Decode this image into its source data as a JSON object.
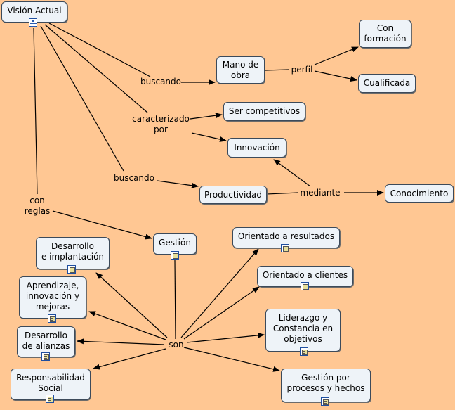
{
  "nodes": {
    "vision_actual": "Visión Actual",
    "mano_de_obra": "Mano de\nobra",
    "con_formacion": "Con\nformación",
    "cualificada": "Cualificada",
    "ser_competitivos": "Ser competitivos",
    "innovacion": "Innovación",
    "productividad": "Productividad",
    "conocimiento": "Conocimiento",
    "gestion": "Gestión",
    "orientado_resultados": "Orientado a resultados",
    "orientado_clientes": "Orientado a clientes",
    "liderazgo": "Liderazgo y\nConstancia en\nobjetivos",
    "gestion_procesos": "Gestión por\nprocesos y hechos",
    "desarrollo_implantacion": "Desarrollo\ne implantación",
    "aprendizaje": "Aprendizaje,\ninnovación y\nmejoras",
    "desarrollo_alianzas": "Desarrollo\nde alianzas",
    "responsabilidad_social": "Responsabilidad\nSocial"
  },
  "linking_phrases": {
    "buscando_1": "buscando",
    "perfil": "perfil",
    "caracterizado_por": "caracterizado\npor",
    "buscando_2": "buscando",
    "mediante": "mediante",
    "con_reglas": "con\nreglas",
    "son": "son"
  },
  "icons": {
    "vision_actual": "concept-map-icon",
    "other": "document-icon"
  },
  "colors": {
    "background": "#FFC793",
    "node_fill": "#EEF3F8",
    "node_border": "#3C4A5A",
    "line": "#000000"
  }
}
